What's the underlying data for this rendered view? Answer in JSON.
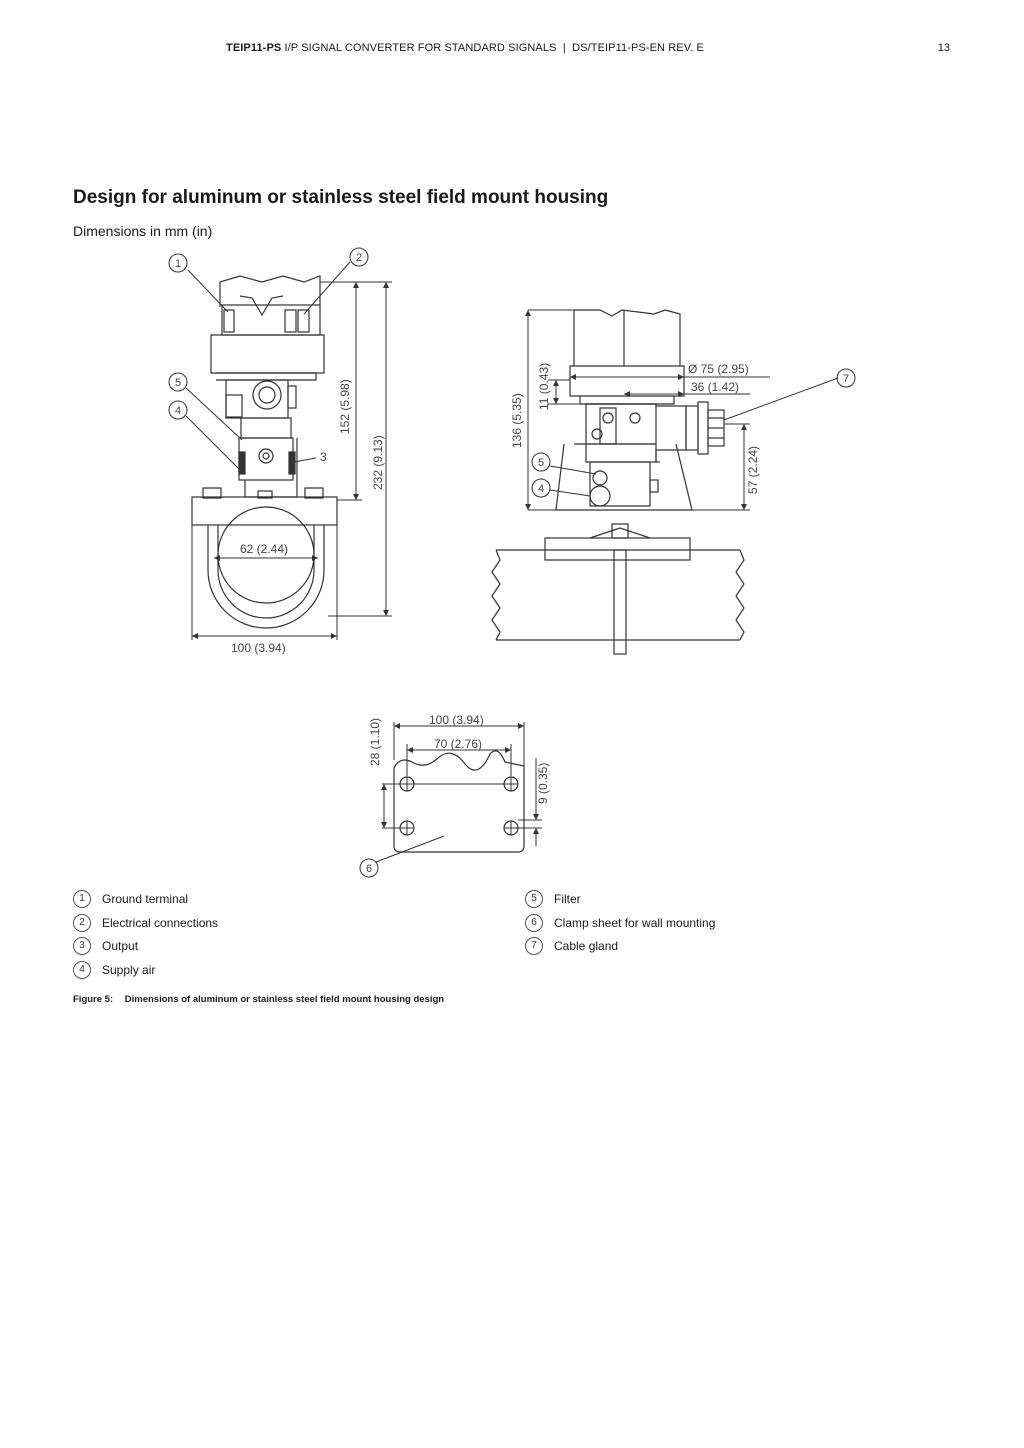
{
  "header": {
    "product": "TEIP11-PS",
    "title": "I/P SIGNAL CONVERTER FOR STANDARD SIGNALS",
    "separator": "|",
    "doc": "DS/TEIP11-PS-EN REV. E",
    "page": "13"
  },
  "heading": "Design for aluminum or stainless steel field mount housing",
  "subtitle": "Dimensions in mm (in)",
  "drawing": {
    "dim_152": "152 (5.98)",
    "dim_232": "232 (9.13)",
    "dim_62": "62 (2.44)",
    "dim_100_front": "100 (3.94)",
    "label_3": "3",
    "dim_136": "136 (5.35)",
    "dim_11": "11 (0.43)",
    "dim_75": "Ø 75 (2.95)",
    "dim_36": "36 (1.42)",
    "dim_57": "57 (2.24)",
    "dim_100_clamp": "100 (3.94)",
    "dim_70": "70 (2.76)",
    "dim_28": "28 (1.10)",
    "dim_9": "9 (0.35)",
    "callouts": [
      "1",
      "2",
      "5",
      "4",
      "7",
      "5",
      "4",
      "6"
    ]
  },
  "legend": {
    "left": [
      {
        "num": "1",
        "label": "Ground terminal"
      },
      {
        "num": "2",
        "label": "Electrical connections"
      },
      {
        "num": "3",
        "label": "Output"
      },
      {
        "num": "4",
        "label": "Supply air"
      }
    ],
    "right": [
      {
        "num": "5",
        "label": "Filter"
      },
      {
        "num": "6",
        "label": "Clamp sheet for wall mounting"
      },
      {
        "num": "7",
        "label": "Cable gland"
      }
    ]
  },
  "caption": {
    "label": "Figure 5:",
    "text": "Dimensions of aluminum or stainless steel field mount housing design"
  }
}
